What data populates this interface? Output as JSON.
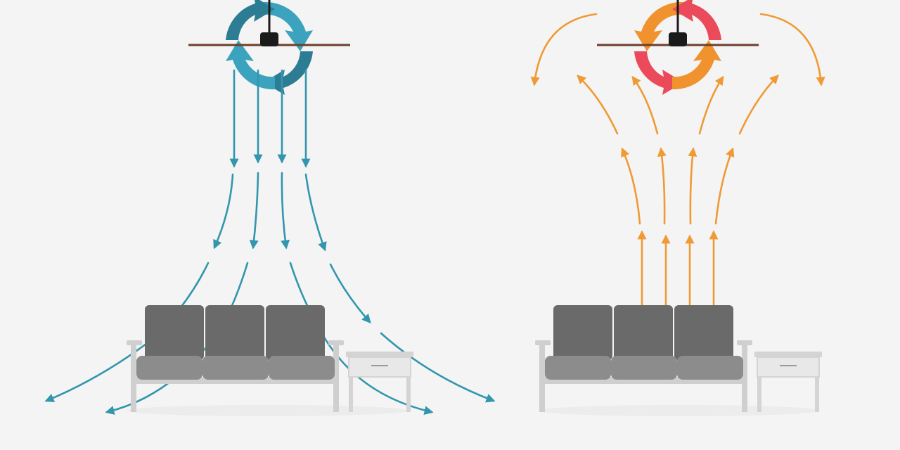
{
  "scenes": [
    {
      "id": "summer",
      "direction": "down",
      "ring_colors": [
        "#2c7d93",
        "#3ba3bd"
      ],
      "airflow_color": "#3296ad"
    },
    {
      "id": "winter",
      "direction": "up",
      "ring_colors": [
        "#f0922e",
        "#ea4a5a"
      ],
      "airflow_color": "#ef9a34"
    }
  ],
  "colors": {
    "background": "#f4f4f4",
    "fan_motor": "#1a1a1a",
    "fan_blade": "#6b3f2a",
    "sofa_back": "#6a6a6a",
    "sofa_seat": "#8c8c8c",
    "sofa_frame": "#cfcfcf",
    "table_top": "#d4d4d4",
    "table_body": "#e8e8e8"
  },
  "icons": [
    "ceiling-fan-icon",
    "rotation-arrows-icon",
    "sofa-icon",
    "side-table-icon",
    "airflow-arrow-icon"
  ]
}
